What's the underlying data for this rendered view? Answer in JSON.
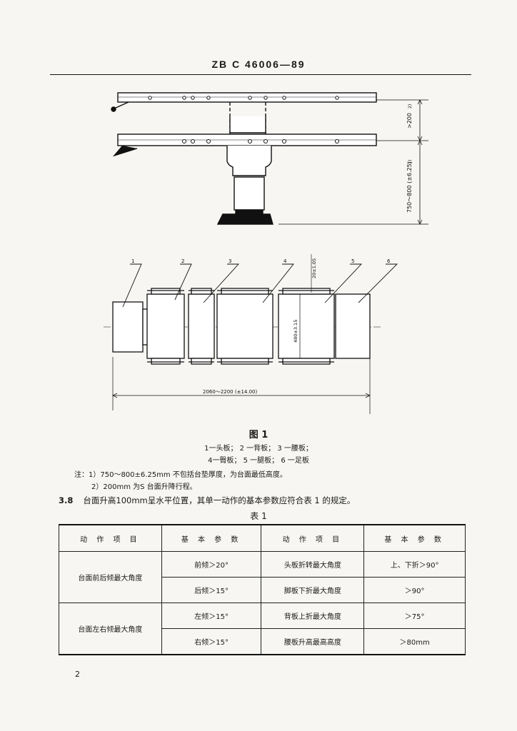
{
  "header": {
    "code": "ZB  C 46006—89"
  },
  "figure": {
    "dims": {
      "lift": ">200",
      "lift_sup": "2)",
      "height": "750～800 (±6.25)",
      "height_sup": "1)",
      "thickness": "20±1.05",
      "width": "480±3.15",
      "length": "2060～2200 (±14.00)"
    },
    "callouts": [
      "1",
      "2",
      "3",
      "4",
      "5",
      "6"
    ],
    "title": "图 1",
    "legend_line1": "1一头板；  2 一背板；  3 一腰板；",
    "legend_line2": "4一臀板；  5 一腿板；  6 一足板"
  },
  "notes": {
    "line1": "注：1）750～800±6.25mm 不包括台垫厚度，为台面最低高度。",
    "line2": "2）200mm 为S 台面升降行程。"
  },
  "clause": {
    "number": "3.8",
    "text": "台面升高100mm呈水平位置，其单一动作的基本参数应符合表 1 的规定。"
  },
  "table": {
    "title": "表 1",
    "headers": [
      "动 作 项 目",
      "基 本 参 数",
      "动 作 项 目",
      "基 本 参 数"
    ],
    "groups": [
      {
        "label": "台面前后倾最大角度",
        "rows": [
          {
            "param": "前倾＞20°",
            "item": "头板折转最大角度",
            "value": "上、下折＞90°"
          },
          {
            "param": "后倾＞15°",
            "item": "脚板下折最大角度",
            "value": "＞90°"
          }
        ]
      },
      {
        "label": "台面左右倾最大角度",
        "rows": [
          {
            "param": "左倾＞15°",
            "item": "背板上折最大角度",
            "value": "＞75°"
          },
          {
            "param": "右倾＞15°",
            "item": "腰板升高最高高度",
            "value": "＞80mm"
          }
        ]
      }
    ]
  },
  "page_number": "2"
}
